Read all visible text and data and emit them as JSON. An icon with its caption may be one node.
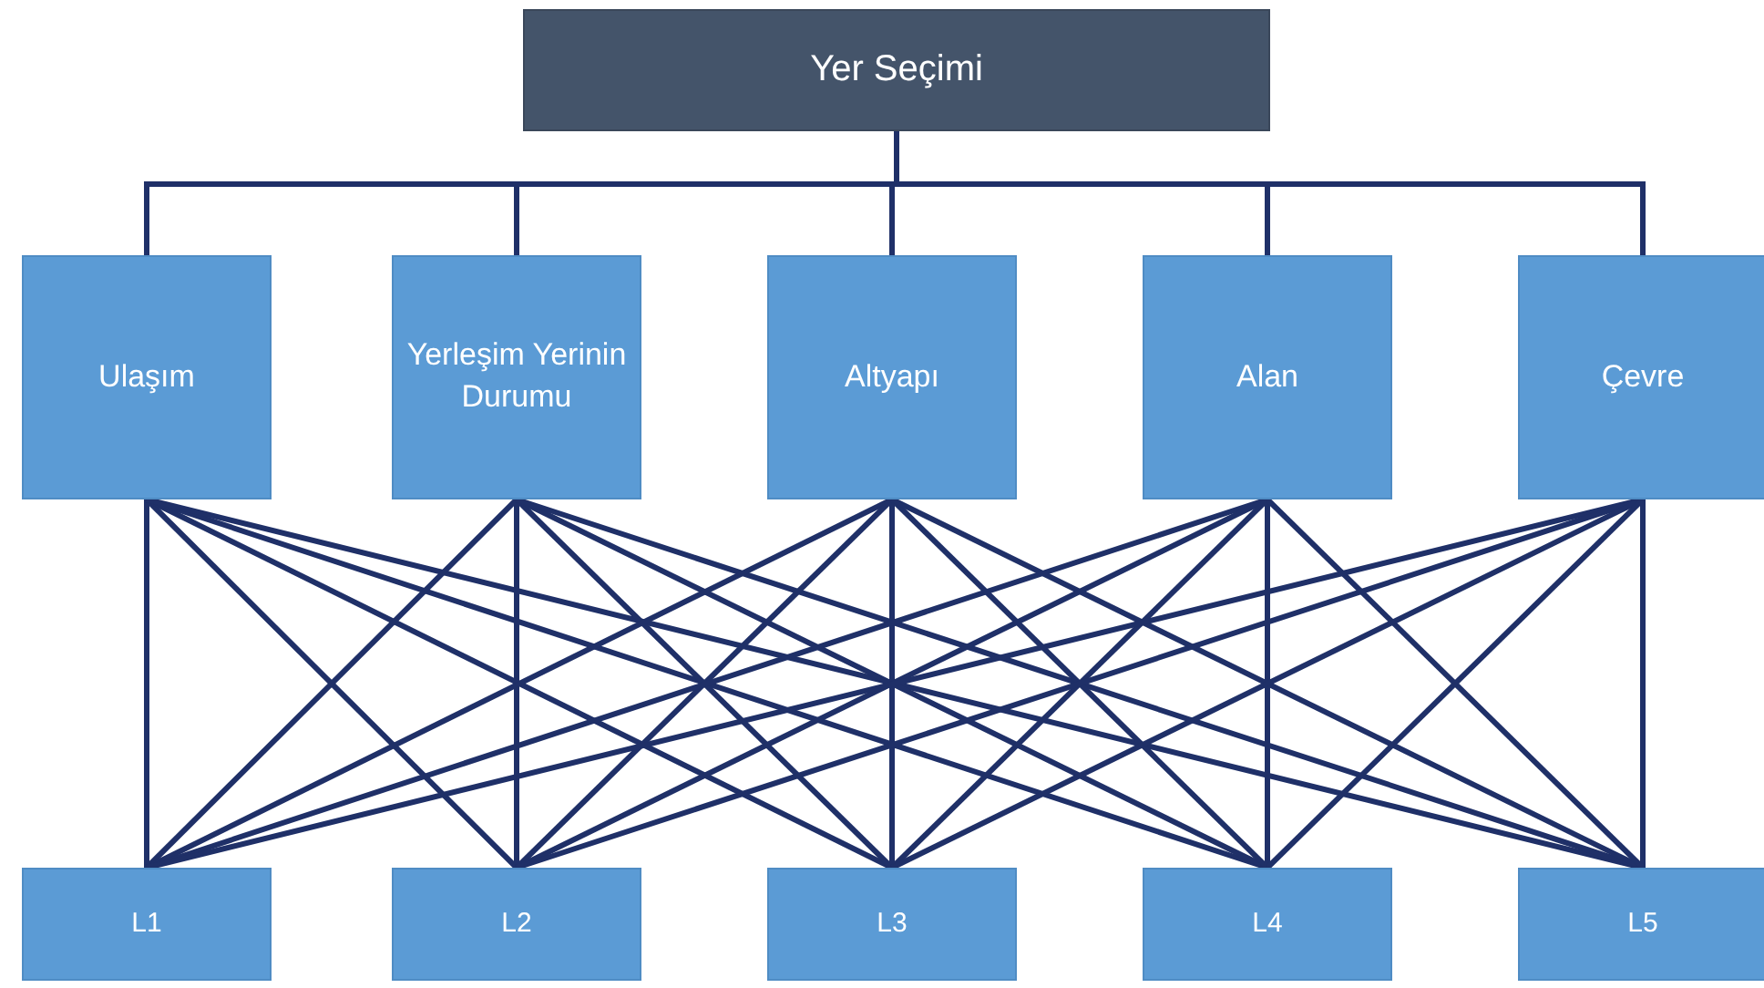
{
  "diagram": {
    "nodes": [
      {
        "text": [
          "Yer Seçimi"
        ]
      },
      {
        "text": [
          "Ulaşım"
        ]
      },
      {
        "text": [
          "Yerleşim Yerinin Durumu"
        ]
      },
      {
        "text": [
          "Altyapı"
        ]
      },
      {
        "text": [
          "Alan"
        ]
      },
      {
        "text": [
          "Çevre"
        ]
      },
      {
        "text": [
          "L1"
        ]
      },
      {
        "text": [
          "L2"
        ]
      },
      {
        "text": [
          "L3"
        ]
      },
      {
        "text": [
          "L4"
        ]
      },
      {
        "text": [
          "L5"
        ]
      }
    ],
    "edges": [
      {
        "from": 0,
        "to": 1,
        "arrow": "none"
      },
      {
        "from": 0,
        "to": 2,
        "arrow": "none"
      },
      {
        "from": 0,
        "to": 3,
        "arrow": "none"
      },
      {
        "from": 0,
        "to": 4,
        "arrow": "none"
      },
      {
        "from": 0,
        "to": 5,
        "arrow": "none"
      },
      {
        "from": 1,
        "to": 6,
        "arrow": "none"
      },
      {
        "from": 1,
        "to": 7,
        "arrow": "none"
      },
      {
        "from": 1,
        "to": 8,
        "arrow": "none"
      },
      {
        "from": 1,
        "to": 9,
        "arrow": "none"
      },
      {
        "from": 1,
        "to": 10,
        "arrow": "none"
      },
      {
        "from": 2,
        "to": 6,
        "arrow": "none"
      },
      {
        "from": 2,
        "to": 7,
        "arrow": "none"
      },
      {
        "from": 2,
        "to": 8,
        "arrow": "none"
      },
      {
        "from": 2,
        "to": 9,
        "arrow": "none"
      },
      {
        "from": 2,
        "to": 10,
        "arrow": "none"
      },
      {
        "from": 3,
        "to": 6,
        "arrow": "none"
      },
      {
        "from": 3,
        "to": 7,
        "arrow": "none"
      },
      {
        "from": 3,
        "to": 8,
        "arrow": "none"
      },
      {
        "from": 3,
        "to": 9,
        "arrow": "none"
      },
      {
        "from": 3,
        "to": 10,
        "arrow": "none"
      },
      {
        "from": 4,
        "to": 6,
        "arrow": "none"
      },
      {
        "from": 4,
        "to": 7,
        "arrow": "none"
      },
      {
        "from": 4,
        "to": 8,
        "arrow": "none"
      },
      {
        "from": 4,
        "to": 9,
        "arrow": "none"
      },
      {
        "from": 4,
        "to": 10,
        "arrow": "none"
      },
      {
        "from": 5,
        "to": 6,
        "arrow": "none"
      },
      {
        "from": 5,
        "to": 7,
        "arrow": "none"
      },
      {
        "from": 5,
        "to": 8,
        "arrow": "none"
      },
      {
        "from": 5,
        "to": 9,
        "arrow": "none"
      },
      {
        "from": 5,
        "to": 10,
        "arrow": "none"
      }
    ]
  }
}
